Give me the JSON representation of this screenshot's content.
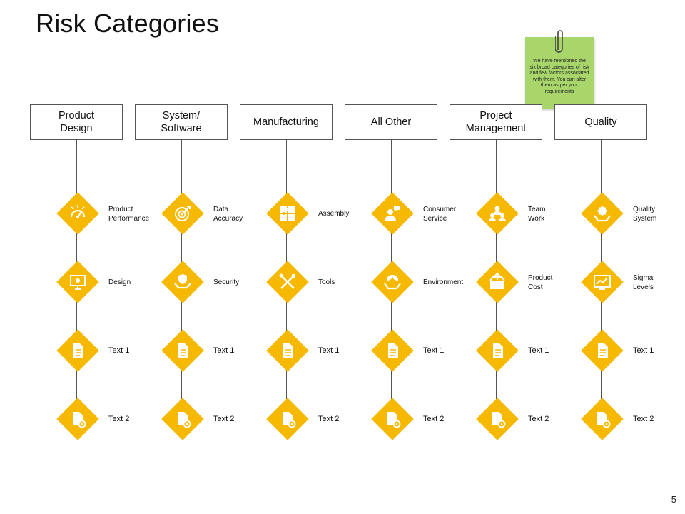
{
  "title": "Risk Categories",
  "page_number": "5",
  "note": {
    "text": "We have mentioned the six broad categories of risk and few factors associated with them. You can alter them as per your requirements"
  },
  "colors": {
    "accent": "#f6b900",
    "note": "#a8d66b"
  },
  "columns": [
    {
      "header": "Product\nDesign",
      "items": [
        {
          "label": "Product\nPerformance",
          "icon": "gauge-icon"
        },
        {
          "label": "Design",
          "icon": "monitor-icon"
        },
        {
          "label": "Text 1",
          "icon": "document-icon"
        },
        {
          "label": "Text 2",
          "icon": "document-gear-icon"
        }
      ]
    },
    {
      "header": "System/\nSoftware",
      "items": [
        {
          "label": "Data\nAccuracy",
          "icon": "target-icon"
        },
        {
          "label": "Security",
          "icon": "shield-hand-icon"
        },
        {
          "label": "Text 1",
          "icon": "document-icon"
        },
        {
          "label": "Text 2",
          "icon": "document-gear-icon"
        }
      ]
    },
    {
      "header": "Manufacturing",
      "items": [
        {
          "label": "Assembly",
          "icon": "puzzle-icon"
        },
        {
          "label": "Tools",
          "icon": "tools-icon"
        },
        {
          "label": "Text 1",
          "icon": "document-icon"
        },
        {
          "label": "Text 2",
          "icon": "document-gear-icon"
        }
      ]
    },
    {
      "header": "All Other",
      "items": [
        {
          "label": "Consumer\nService",
          "icon": "customer-chat-icon"
        },
        {
          "label": "Environment",
          "icon": "leaf-hand-icon"
        },
        {
          "label": "Text 1",
          "icon": "document-icon"
        },
        {
          "label": "Text 2",
          "icon": "document-gear-icon"
        }
      ]
    },
    {
      "header": "Project\nManagement",
      "items": [
        {
          "label": "Team\nWork",
          "icon": "team-icon"
        },
        {
          "label": "Product\nCost",
          "icon": "box-icon"
        },
        {
          "label": "Text 1",
          "icon": "document-icon"
        },
        {
          "label": "Text 2",
          "icon": "document-gear-icon"
        }
      ]
    },
    {
      "header": "Quality",
      "items": [
        {
          "label": "Quality\nSystem",
          "icon": "quality-hand-icon"
        },
        {
          "label": "Sigma\nLevels",
          "icon": "chart-monitor-icon"
        },
        {
          "label": "Text 1",
          "icon": "document-icon"
        },
        {
          "label": "Text 2",
          "icon": "document-gear-icon"
        }
      ]
    }
  ]
}
